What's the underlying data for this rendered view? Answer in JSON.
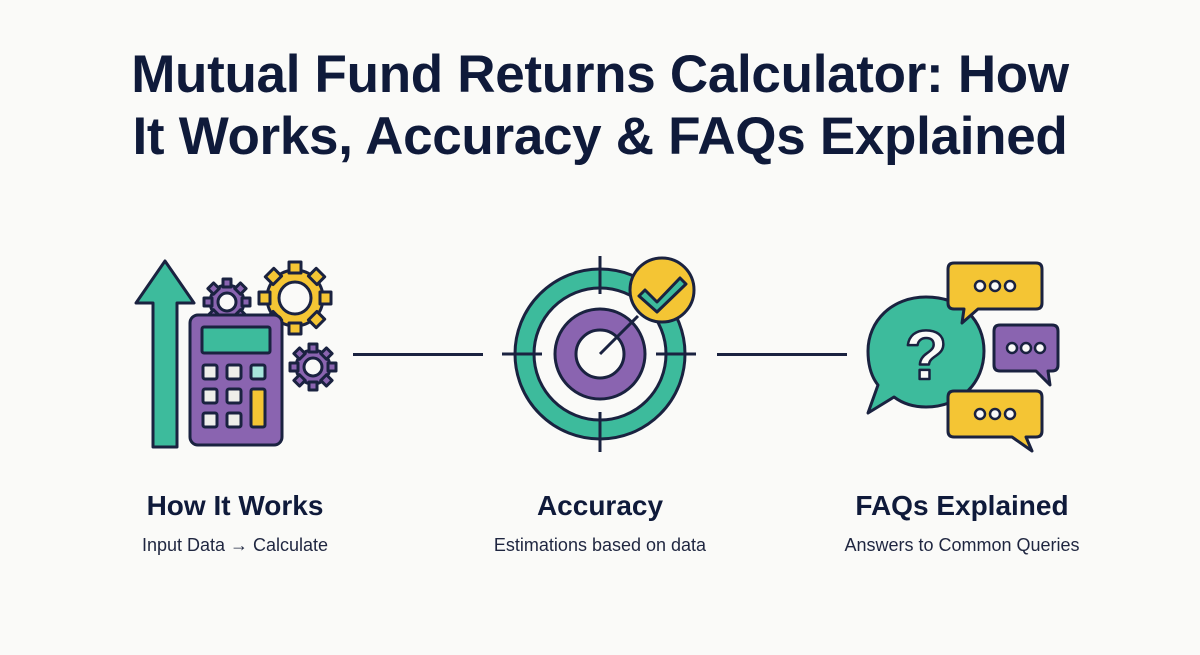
{
  "title": {
    "line1": "Mutual Fund Returns Calculator: How",
    "line2": "It Works, Accuracy & FAQs Explained"
  },
  "colors": {
    "background": "#fafaf8",
    "text": "#0f1a3a",
    "teal": "#3dbb9c",
    "purple": "#8a64b0",
    "yellow": "#f4c534",
    "outline": "#1a2240"
  },
  "sections": [
    {
      "icon": "calculator-gears-arrow-icon",
      "heading": "How It Works",
      "subtitle": "Input Data → Calculate"
    },
    {
      "icon": "target-checkmark-icon",
      "heading": "Accuracy",
      "subtitle": "Estimations based on data"
    },
    {
      "icon": "chat-bubbles-question-icon",
      "heading": "FAQs Explained",
      "subtitle": "Answers to Common Queries"
    }
  ]
}
